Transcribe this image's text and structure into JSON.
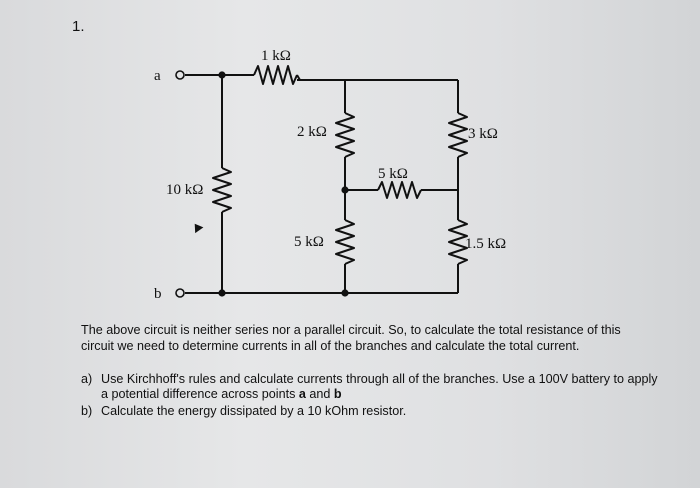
{
  "problem_number": "1.",
  "terminals": {
    "a": "a",
    "b": "b"
  },
  "resistors": {
    "r1": "1 kΩ",
    "r2": "2 kΩ",
    "r3": "3 kΩ",
    "r4": "5 kΩ",
    "r5": "10 kΩ",
    "r6": "5 kΩ",
    "r7": "1.5 kΩ"
  },
  "description": "The above circuit is neither series nor a parallel circuit. So, to calculate the total resistance of this circuit we need to determine currents in all of the branches and calculate the total current.",
  "tasks": [
    {
      "marker": "a)",
      "text_before": "Use Kirchhoff's rules and calculate currents through all of the branches. Use a 100V battery to apply a potential difference across points ",
      "bold_1": "a",
      "text_middle": " and ",
      "bold_2": "b"
    },
    {
      "marker": "b)",
      "text": "Calculate the energy dissipated by a 10 kOhm resistor."
    }
  ]
}
